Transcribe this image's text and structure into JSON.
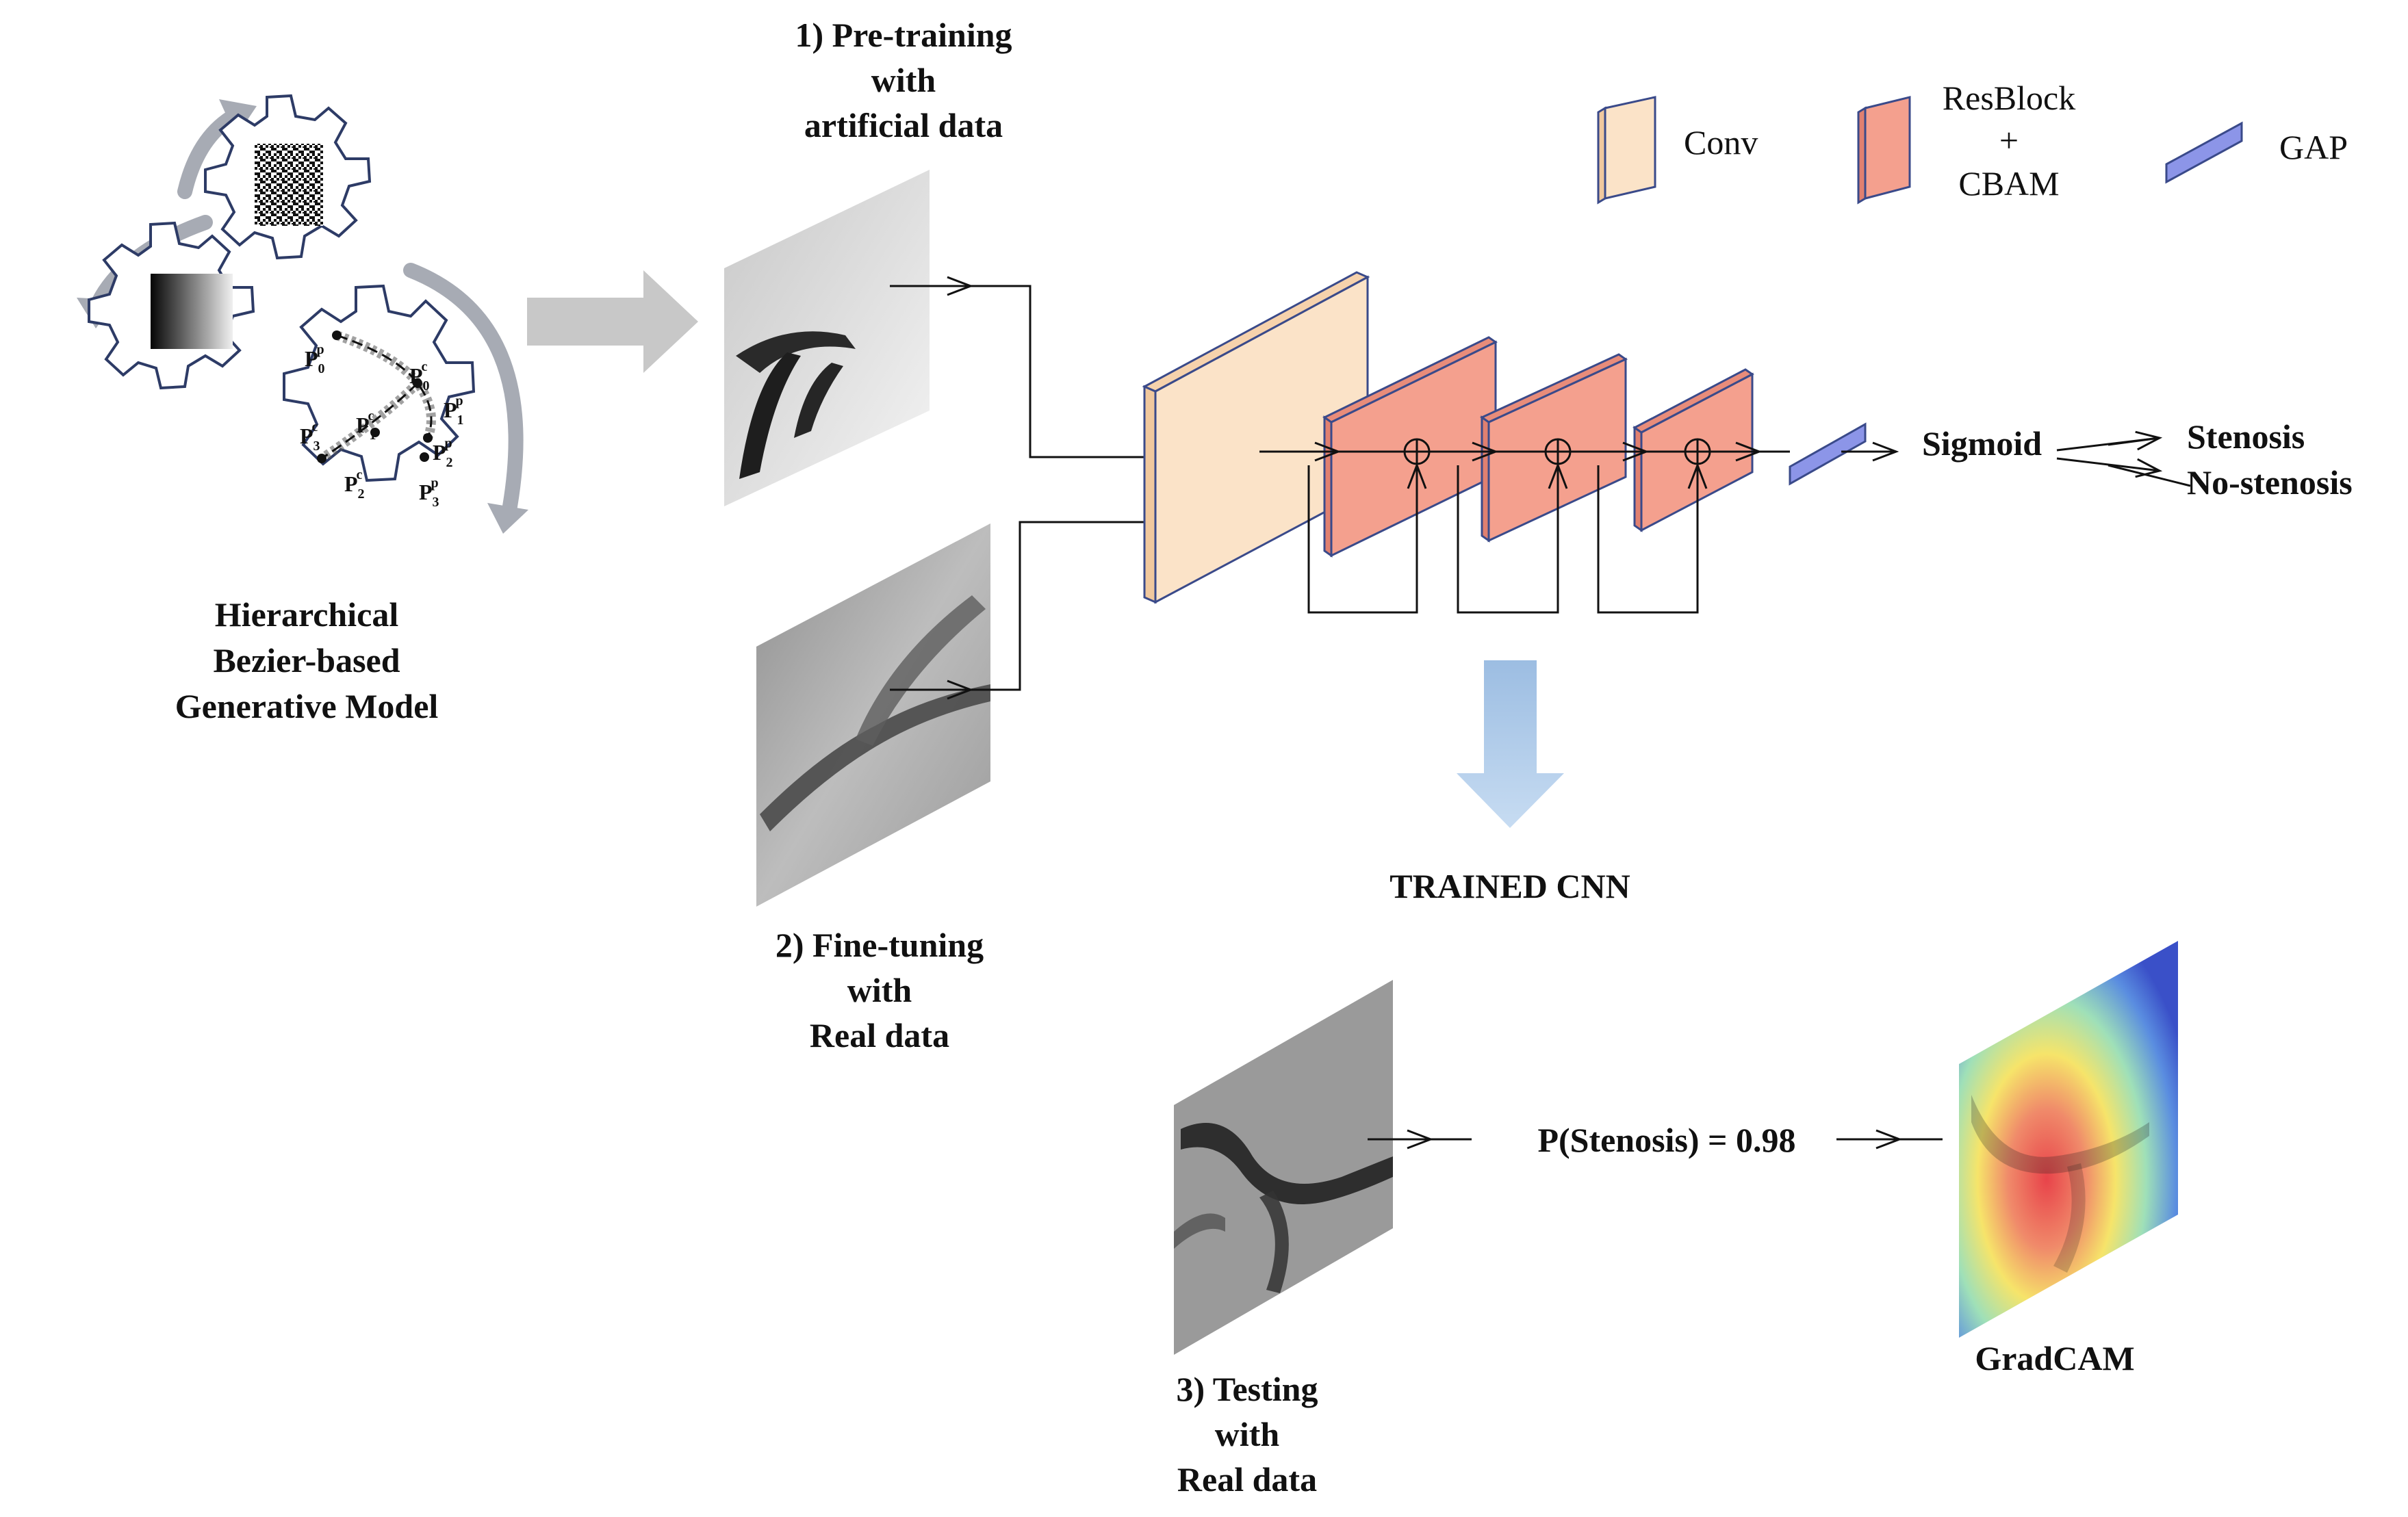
{
  "generative_model": {
    "title_lines": [
      "Hierarchical",
      "Bezier-based",
      "Generative Model"
    ],
    "control_points": [
      "P0p",
      "P0c",
      "P1p",
      "P1c",
      "P2p",
      "P2c",
      "P3p",
      "P3c"
    ]
  },
  "stage1": {
    "lines": [
      "1)   Pre-training",
      "with",
      "artificial data"
    ]
  },
  "stage2": {
    "lines": [
      "2) Fine-tuning",
      "with",
      "Real data"
    ]
  },
  "stage3": {
    "lines": [
      "3) Testing",
      "with",
      "Real data"
    ]
  },
  "legend": {
    "conv": "Conv",
    "resblock_lines": [
      "ResBlock",
      "+",
      "CBAM"
    ],
    "gap": "GAP",
    "colors": {
      "conv": "#fbe3c8",
      "resblock": "#f4a08e",
      "gap": "#8c95e8"
    }
  },
  "network": {
    "activation": "Sigmoid",
    "outputs": [
      "Stenosis",
      "No-stenosis"
    ],
    "trained_label": "TRAINED CNN"
  },
  "testing": {
    "probability_text": "P(Stenosis) = 0.98",
    "gradcam_label": "GradCAM"
  }
}
